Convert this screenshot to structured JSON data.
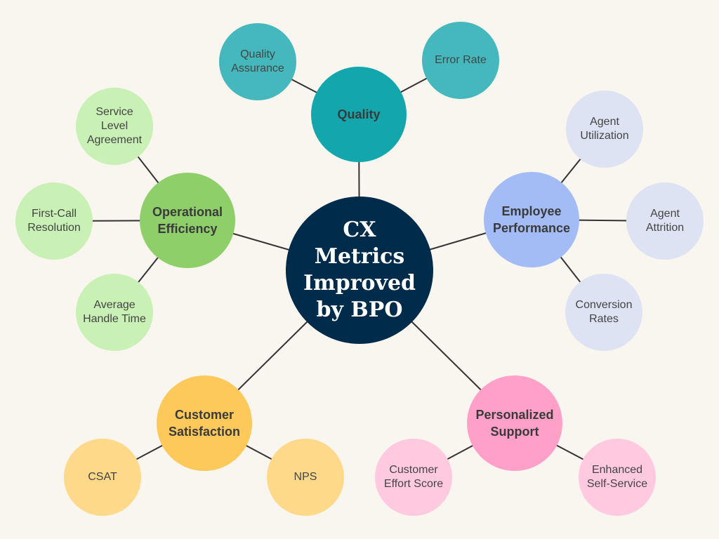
{
  "center": {
    "label": "CX Metrics Improved by BPO",
    "color": "#002b4b"
  },
  "hubs": {
    "quality": {
      "label": "Quality",
      "color": "#13a6ad",
      "leaves": [
        "Quality Assurance",
        "Error Rate"
      ],
      "leaf_color": "#45b8bd"
    },
    "employee": {
      "label": "Employee Performance",
      "color": "#a3bcf6",
      "leaves": [
        "Agent Utilization",
        "Agent Attrition",
        "Conversion Rates"
      ],
      "leaf_color": "#dde3f3"
    },
    "personalized": {
      "label": "Personalized Support",
      "color": "#ffa0c9",
      "leaves": [
        "Customer Effort Score",
        "Enhanced Self-Service"
      ],
      "leaf_color": "#ffcae0"
    },
    "satisfaction": {
      "label": "Customer Satisfaction",
      "color": "#fdc95a",
      "leaves": [
        "CSAT",
        "NPS"
      ],
      "leaf_color": "#fed98a"
    },
    "operational": {
      "label": "Operational Efficiency",
      "color": "#8ecf6a",
      "leaves": [
        "Service Level Agreement",
        "First-Call Resolution",
        "Average Handle Time"
      ],
      "leaf_color": "#c9f0b5"
    }
  }
}
